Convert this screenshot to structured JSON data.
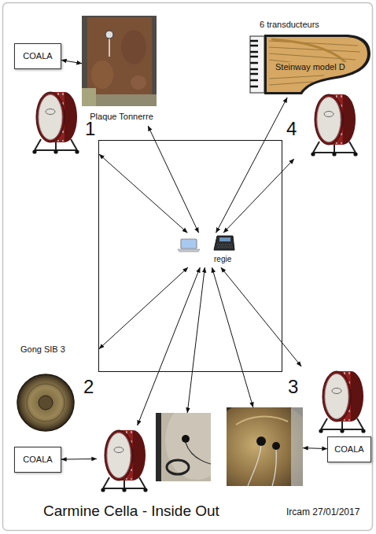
{
  "diagram": {
    "caption": "Carmine Cella - Inside Out",
    "nodes": [
      {
        "text": [
          "COALA"
        ]
      },
      {
        "text": [
          "Plaque Tonnerre"
        ]
      },
      {
        "text": [
          "6 transducteurs",
          "Steinway model D"
        ]
      },
      {
        "text": [
          "1"
        ]
      },
      {
        "text": [
          "4"
        ]
      },
      {
        "text": [
          "regie"
        ]
      },
      {
        "text": [
          "Gong SIB 3",
          "2"
        ]
      },
      {
        "text": [
          "3"
        ]
      },
      {
        "text": [
          "COALA"
        ]
      },
      {
        "text": []
      },
      {
        "text": []
      },
      {
        "text": []
      },
      {
        "text": [
          "COALA"
        ]
      }
    ],
    "edges": [
      {
        "from": 0,
        "to": 1,
        "arrow": "both"
      },
      {
        "from": 5,
        "to": 1,
        "arrow": "both"
      },
      {
        "from": 5,
        "to": 2,
        "arrow": "both"
      },
      {
        "from": 5,
        "to": 3,
        "arrow": "both"
      },
      {
        "from": 5,
        "to": 4,
        "arrow": "both"
      },
      {
        "from": 5,
        "to": 6,
        "arrow": "both"
      },
      {
        "from": 5,
        "to": 9,
        "arrow": "both"
      },
      {
        "from": 5,
        "to": 10,
        "arrow": "both"
      },
      {
        "from": 5,
        "to": 11,
        "arrow": "both"
      },
      {
        "from": 5,
        "to": 7,
        "arrow": "both"
      },
      {
        "from": 8,
        "to": 9,
        "arrow": "both"
      },
      {
        "from": 12,
        "to": 11,
        "arrow": "both"
      }
    ],
    "labels": [
      "Ircam 27/01/2017"
    ]
  }
}
